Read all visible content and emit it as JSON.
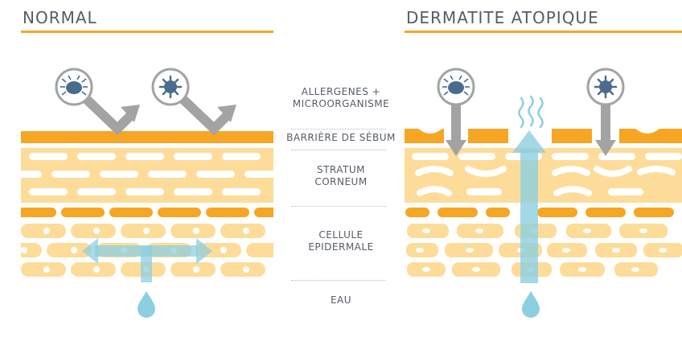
{
  "panels": {
    "normal": {
      "title": "NORMAL"
    },
    "atopic": {
      "title": "DERMATITE ATOPIQUE"
    }
  },
  "labels": {
    "allergens": [
      "ALLERGENES +",
      "MICROORGANISME"
    ],
    "sebum": "BARRIÈRE DE SÉBUM",
    "stratum": [
      "STRATUM",
      "CORNEUM"
    ],
    "cellule": [
      "CELLULE",
      "EPIDERMALE"
    ],
    "eau": "EAU"
  },
  "colors": {
    "accent": "#f6a623",
    "cell_light": "#fddc9a",
    "arrow_grey": "#a3a3a3",
    "germ_blue": "#4a6c8c",
    "water_blue": "#8ccfe0",
    "text": "#555c66"
  },
  "icons": [
    "dust-mite-icon",
    "bacteria-icon",
    "water-drop-icon",
    "steam-icon"
  ]
}
